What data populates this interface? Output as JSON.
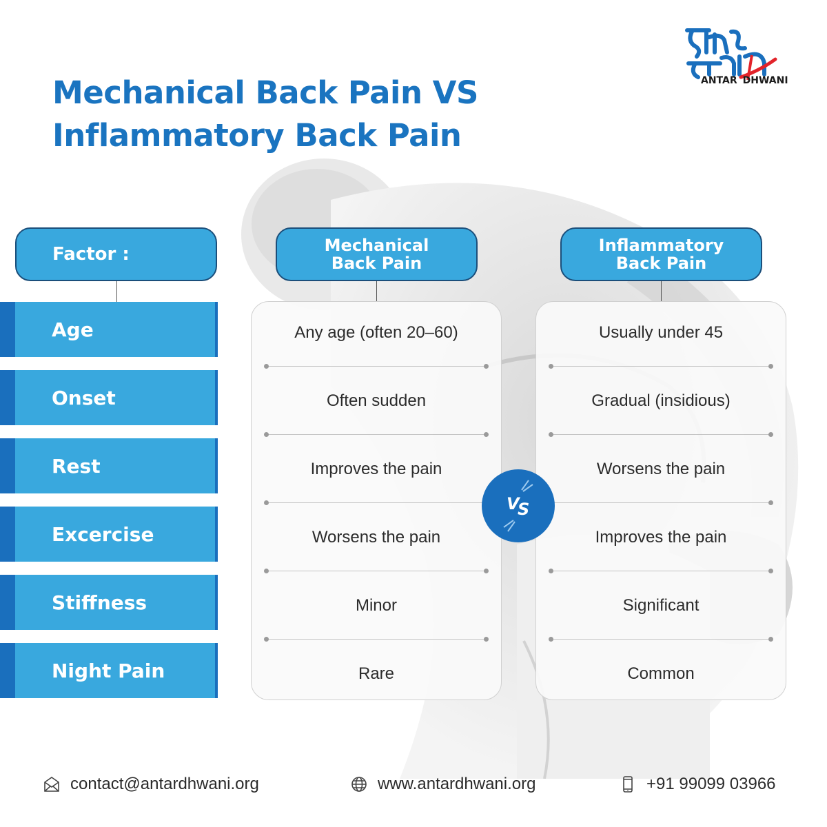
{
  "colors": {
    "primary_blue": "#1a74c0",
    "tab_blue": "#39a8de",
    "dark_edge": "#1a6fbd",
    "text": "#2b2b2b"
  },
  "title": {
    "line1": "Mechanical Back Pain VS",
    "line2": "Inflammatory Back Pain"
  },
  "logo": {
    "icon": "antar-dhwani-logo",
    "word1": "ANTAR",
    "word2": "DHWANI"
  },
  "headers": {
    "factor": "Factor :",
    "mechanical_line1": "Mechanical",
    "mechanical_line2": "Back Pain",
    "inflammatory_line1": "Inflammatory",
    "inflammatory_line2": "Back Pain"
  },
  "factors": [
    "Age",
    "Onset",
    "Rest",
    "Excercise",
    "Stiffness",
    "Night Pain"
  ],
  "mechanical": [
    "Any age (often 20–60)",
    "Often sudden",
    "Improves the pain",
    "Worsens the pain",
    "Minor",
    "Rare"
  ],
  "inflammatory": [
    "Usually under 45",
    "Gradual (insidious)",
    "Worsens the pain",
    "Improves the pain",
    "Significant",
    "Common"
  ],
  "vs_badge": {
    "icon": "vs-badge",
    "text": "VS"
  },
  "footer": {
    "email": "contact@antardhwani.org",
    "email_icon": "envelope-icon",
    "website": "www.antardhwani.org",
    "website_icon": "globe-icon",
    "phone": "+91 99099 03966",
    "phone_icon": "phone-icon"
  }
}
